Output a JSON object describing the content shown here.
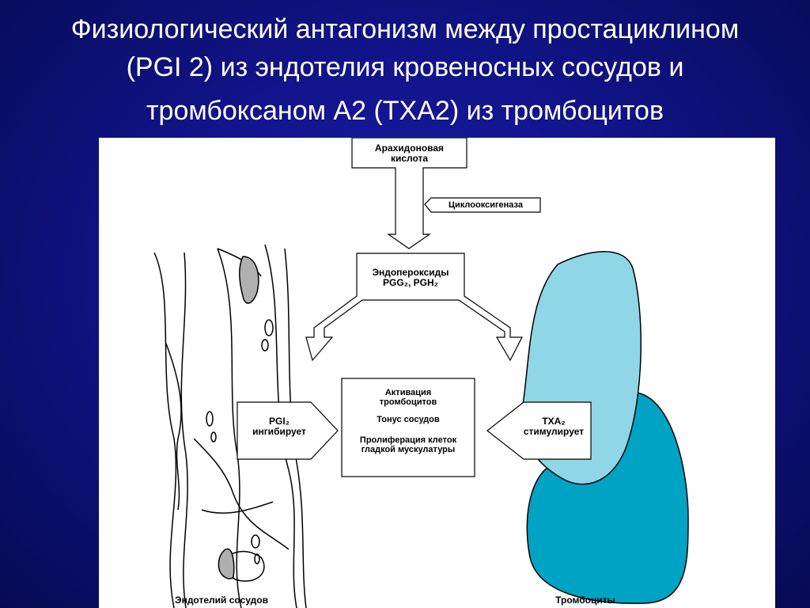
{
  "slide": {
    "title_line1": "Физиологический антагонизм между простациклином",
    "title_line2": "(PGI 2) из эндотелия кровеносных сосудов и",
    "title_line3": "тромбоксаном А2 (ТХА2) из тромбоцитов"
  },
  "diagram": {
    "arachidonic_line1": "Арахидоновая",
    "arachidonic_line2": "кислота",
    "enzyme": "Циклооксигеназа",
    "endoperoxides_line1": "Эндопероксиды",
    "endoperoxides_line2": "PGG₂, PGH₂",
    "pgi2_line1": "PGI₂",
    "pgi2_line2": "ингибирует",
    "txa2_line1": "ТХА₂",
    "txa2_line2": "стимулирует",
    "center_line1": "Активация",
    "center_line2": "тромбоцитов",
    "center_line3": "Тонус сосудов",
    "center_line4": "Пролиферация клеток",
    "center_line5": "гладкой мускулатуры",
    "label_endothelium": "Эндотелий сосудов",
    "label_platelets": "Тромбоциты"
  },
  "colors": {
    "platelet_light": "#8fd6e6",
    "platelet_dark": "#00a3c4",
    "gray_fill": "#b0b0b0"
  }
}
